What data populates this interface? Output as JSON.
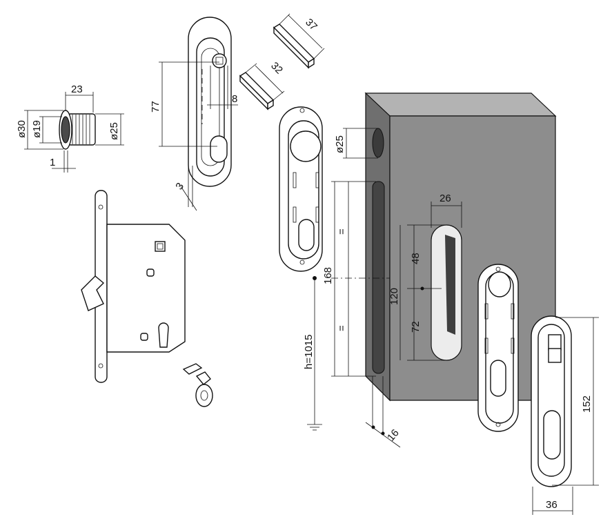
{
  "colors": {
    "block_front": "#8d8d8d",
    "block_top": "#b3b3b3",
    "block_side": "#6f6f6f",
    "line": "#111111",
    "background": "#ffffff"
  },
  "dimensions": {
    "escutcheon_width": "23",
    "escutcheon_outer_dia": "ø30",
    "escutcheon_inner_dia": "ø19",
    "escutcheon_body_dia": "ø25",
    "escutcheon_flange": "1",
    "pull_height": "77",
    "pull_offset": "8",
    "pull_thickness": "3",
    "spindle_long": "37",
    "spindle_short": "32",
    "hole_dia": "ø25",
    "slot_width": "26",
    "upper_len": "48",
    "lower_len": "72",
    "center_span": "120",
    "total_height": "168",
    "equal_top": "=",
    "equal_bottom": "=",
    "handle_height": "h=1015",
    "edge_offset": "16",
    "plate_height": "152",
    "plate_width": "36"
  }
}
